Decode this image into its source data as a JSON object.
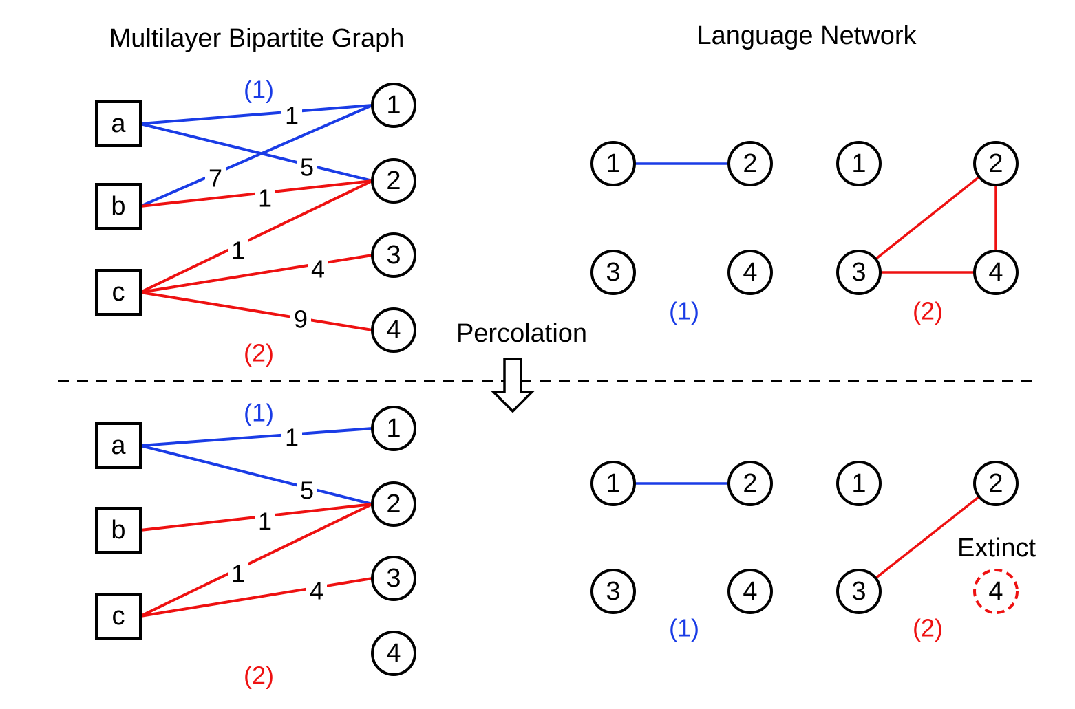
{
  "colors": {
    "layer1": "#1a3ce6",
    "layer2": "#ee1111",
    "ink": "#000000"
  },
  "titles": {
    "left": "Multilayer Bipartite Graph",
    "right": "Language Network"
  },
  "transition": {
    "label": "Percolation"
  },
  "layer_tags": {
    "one": "(1)",
    "two": "(2)"
  },
  "words": [
    "a",
    "b",
    "c"
  ],
  "languages": [
    "1",
    "2",
    "3",
    "4"
  ],
  "before": {
    "bipartite_edges": [
      {
        "word": "a",
        "lang": "1",
        "layer": 1,
        "weight": "1"
      },
      {
        "word": "a",
        "lang": "2",
        "layer": 1,
        "weight": "5"
      },
      {
        "word": "b",
        "lang": "1",
        "layer": 1,
        "weight": "7"
      },
      {
        "word": "b",
        "lang": "2",
        "layer": 2,
        "weight": "1"
      },
      {
        "word": "c",
        "lang": "2",
        "layer": 2,
        "weight": "1"
      },
      {
        "word": "c",
        "lang": "3",
        "layer": 2,
        "weight": "4"
      },
      {
        "word": "c",
        "lang": "4",
        "layer": 2,
        "weight": "9"
      }
    ],
    "network_layer1_edges": [
      [
        "1",
        "2"
      ]
    ],
    "network_layer2_edges": [
      [
        "2",
        "3"
      ],
      [
        "2",
        "4"
      ],
      [
        "3",
        "4"
      ]
    ]
  },
  "after": {
    "bipartite_edges": [
      {
        "word": "a",
        "lang": "1",
        "layer": 1,
        "weight": "1"
      },
      {
        "word": "a",
        "lang": "2",
        "layer": 1,
        "weight": "5"
      },
      {
        "word": "b",
        "lang": "2",
        "layer": 2,
        "weight": "1"
      },
      {
        "word": "c",
        "lang": "2",
        "layer": 2,
        "weight": "1"
      },
      {
        "word": "c",
        "lang": "3",
        "layer": 2,
        "weight": "4"
      }
    ],
    "network_layer1_edges": [
      [
        "1",
        "2"
      ]
    ],
    "network_layer2_edges": [
      [
        "2",
        "3"
      ]
    ],
    "extinct_language": "4",
    "extinct_label": "Extinct"
  }
}
